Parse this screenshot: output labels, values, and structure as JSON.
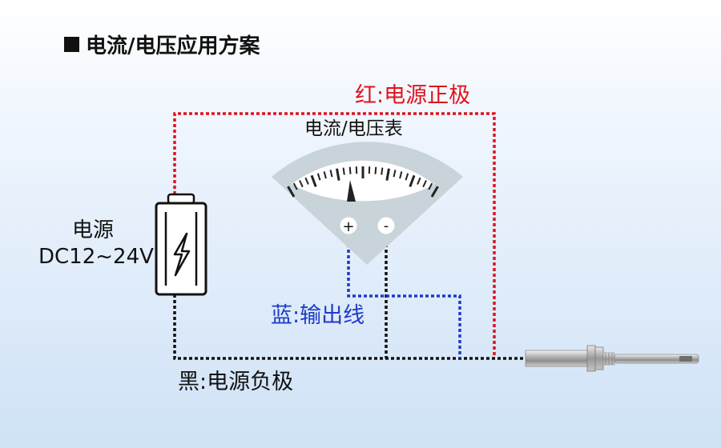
{
  "title": "电流/电压应用方案",
  "labels": {
    "red_wire": "红:电源正极",
    "meter": "电流/电压表",
    "power_name": "电源",
    "power_voltage": "DC12~24V",
    "blue_wire": "蓝:输出线",
    "black_wire": "黑:电源负极",
    "terminal_plus": "+",
    "terminal_minus": "-"
  },
  "colors": {
    "red_wire": "#e0141e",
    "blue_wire": "#1e3cc8",
    "black_wire": "#111111",
    "meter_body": "#c9d3da"
  },
  "icons": {
    "power_supply": "battery-lightning-icon",
    "meter": "analog-gauge-icon",
    "sensor": "pressure-sensor-probe-icon"
  }
}
